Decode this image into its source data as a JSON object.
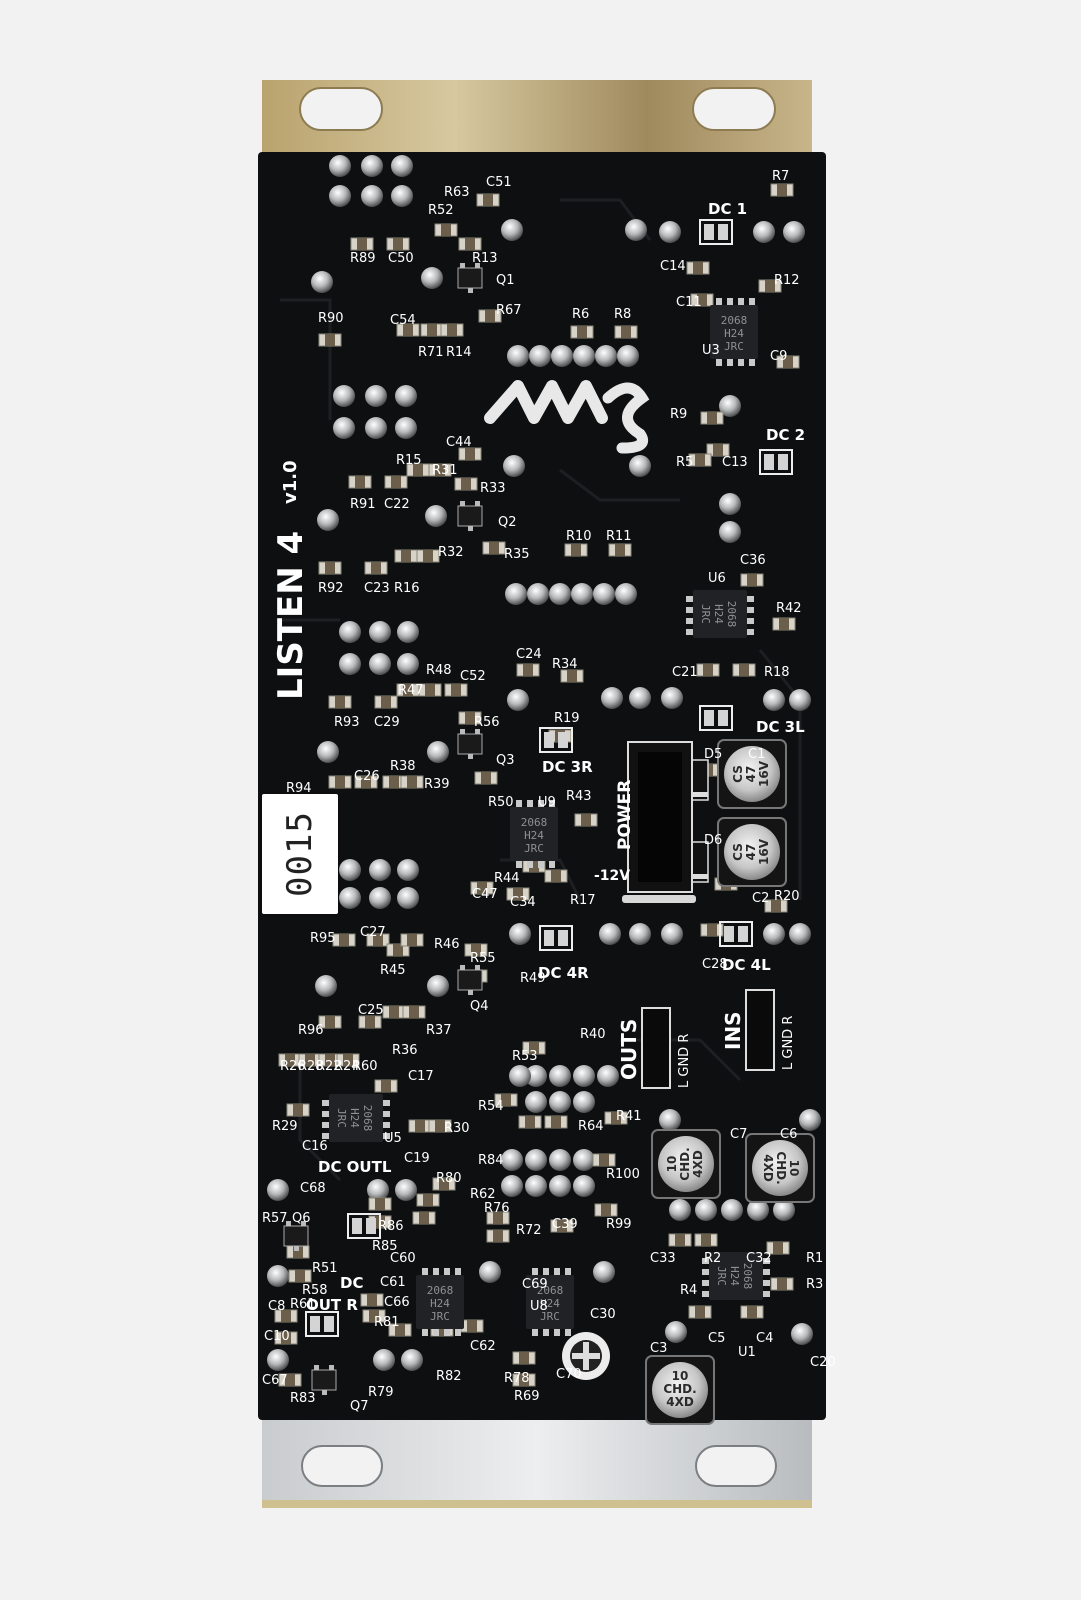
{
  "module": {
    "name": "LISTEN 4",
    "version": "v1.0",
    "serial": "0015"
  },
  "silkscreen": {
    "power": "POWER",
    "neg12": "-12V",
    "outs": "OUTS",
    "ins": "INS",
    "outs_pins": "L GND R",
    "ins_pins": "L GND R",
    "dc1": "DC 1",
    "dc2": "DC 2",
    "dc3l": "DC 3L",
    "dc3r": "DC 3R",
    "dc4l": "DC 4L",
    "dc4r": "DC 4R",
    "dc_outl": "DC OUTL",
    "dc_outr_1": "DC",
    "dc_outr_2": "OUT R"
  },
  "chips": {
    "u3": [
      "2068",
      "H24",
      "JRC"
    ],
    "u6": [
      "2068",
      "H24",
      "JRC"
    ],
    "u9": [
      "2068",
      "H24",
      "JRC"
    ],
    "u5": [
      "2068",
      "H24",
      "JRC"
    ],
    "u7": [
      "2068",
      "H24",
      "JRC"
    ],
    "u8": [
      "2068",
      "H24",
      "JRC"
    ],
    "u2": [
      "2068",
      "H24",
      "JRC"
    ]
  },
  "caps": {
    "c1": [
      "CS",
      "47",
      "16V"
    ],
    "c2": [
      "CS",
      "47",
      "16V"
    ],
    "c7": [
      "10",
      "CHD.",
      "4XD"
    ],
    "c6": [
      "10",
      "CHD.",
      "4XD"
    ],
    "c3": [
      "10",
      "CHD.",
      "4XD"
    ]
  },
  "ref_labels": [
    {
      "t": "R7"
    },
    {
      "t": "C51"
    },
    {
      "t": "R63"
    },
    {
      "t": "R52"
    },
    {
      "t": "R89"
    },
    {
      "t": "C50"
    },
    {
      "t": "R13"
    },
    {
      "t": "Q1"
    },
    {
      "t": "R67"
    },
    {
      "t": "R90"
    },
    {
      "t": "C54"
    },
    {
      "t": "R71"
    },
    {
      "t": "R14"
    },
    {
      "t": "R6"
    },
    {
      "t": "R8"
    },
    {
      "t": "C14"
    },
    {
      "t": "R12"
    },
    {
      "t": "C11"
    },
    {
      "t": "U3"
    },
    {
      "t": "C9"
    },
    {
      "t": "R9"
    },
    {
      "t": "R5"
    },
    {
      "t": "C13"
    },
    {
      "t": "C44"
    },
    {
      "t": "R15"
    },
    {
      "t": "R31"
    },
    {
      "t": "R33"
    },
    {
      "t": "R91"
    },
    {
      "t": "C22"
    },
    {
      "t": "Q2"
    },
    {
      "t": "R32"
    },
    {
      "t": "R35"
    },
    {
      "t": "R92"
    },
    {
      "t": "C23"
    },
    {
      "t": "R16"
    },
    {
      "t": "R10"
    },
    {
      "t": "R11"
    },
    {
      "t": "C36"
    },
    {
      "t": "U6"
    },
    {
      "t": "R42"
    },
    {
      "t": "C24"
    },
    {
      "t": "R34"
    },
    {
      "t": "R48"
    },
    {
      "t": "C52"
    },
    {
      "t": "R47"
    },
    {
      "t": "C21"
    },
    {
      "t": "R18"
    },
    {
      "t": "R93"
    },
    {
      "t": "C29"
    },
    {
      "t": "R56"
    },
    {
      "t": "R19"
    },
    {
      "t": "Q3"
    },
    {
      "t": "C26"
    },
    {
      "t": "R38"
    },
    {
      "t": "R39"
    },
    {
      "t": "R94"
    },
    {
      "t": "R50"
    },
    {
      "t": "D5"
    },
    {
      "t": "C1"
    },
    {
      "t": "U9"
    },
    {
      "t": "R43"
    },
    {
      "t": "D6"
    },
    {
      "t": "R44"
    },
    {
      "t": "R17"
    },
    {
      "t": "C47"
    },
    {
      "t": "C34"
    },
    {
      "t": "C2"
    },
    {
      "t": "R20"
    },
    {
      "t": "R95"
    },
    {
      "t": "C27"
    },
    {
      "t": "R46"
    },
    {
      "t": "R45"
    },
    {
      "t": "R55"
    },
    {
      "t": "C28"
    },
    {
      "t": "Q4"
    },
    {
      "t": "R49"
    },
    {
      "t": "R96"
    },
    {
      "t": "C25"
    },
    {
      "t": "R37"
    },
    {
      "t": "R36"
    },
    {
      "t": "R40"
    },
    {
      "t": "R26"
    },
    {
      "t": "R28"
    },
    {
      "t": "R22"
    },
    {
      "t": "R24"
    },
    {
      "t": "R60"
    },
    {
      "t": "C17"
    },
    {
      "t": "R53"
    },
    {
      "t": "R29"
    },
    {
      "t": "U5"
    },
    {
      "t": "R30"
    },
    {
      "t": "C16"
    },
    {
      "t": "C19"
    },
    {
      "t": "R54"
    },
    {
      "t": "R41"
    },
    {
      "t": "R64"
    },
    {
      "t": "C7"
    },
    {
      "t": "C6"
    },
    {
      "t": "R84"
    },
    {
      "t": "R100"
    },
    {
      "t": "C68"
    },
    {
      "t": "R80"
    },
    {
      "t": "R62"
    },
    {
      "t": "R57"
    },
    {
      "t": "Q6"
    },
    {
      "t": "R86"
    },
    {
      "t": "R76"
    },
    {
      "t": "R99"
    },
    {
      "t": "R85"
    },
    {
      "t": "C39"
    },
    {
      "t": "R72"
    },
    {
      "t": "C33"
    },
    {
      "t": "R2"
    },
    {
      "t": "C32"
    },
    {
      "t": "R1"
    },
    {
      "t": "C60"
    },
    {
      "t": "R51"
    },
    {
      "t": "C61"
    },
    {
      "t": "C66"
    },
    {
      "t": "C69"
    },
    {
      "t": "R58"
    },
    {
      "t": "R81"
    },
    {
      "t": "R3"
    },
    {
      "t": "R4"
    },
    {
      "t": "C8"
    },
    {
      "t": "R61"
    },
    {
      "t": "U8"
    },
    {
      "t": "C30"
    },
    {
      "t": "C10"
    },
    {
      "t": "C62"
    },
    {
      "t": "C5"
    },
    {
      "t": "C4"
    },
    {
      "t": "R78"
    },
    {
      "t": "C70"
    },
    {
      "t": "C3"
    },
    {
      "t": "U1"
    },
    {
      "t": "C20"
    },
    {
      "t": "C67"
    },
    {
      "t": "R82"
    },
    {
      "t": "R79"
    },
    {
      "t": "R83"
    },
    {
      "t": "Q7"
    },
    {
      "t": "R69"
    }
  ]
}
